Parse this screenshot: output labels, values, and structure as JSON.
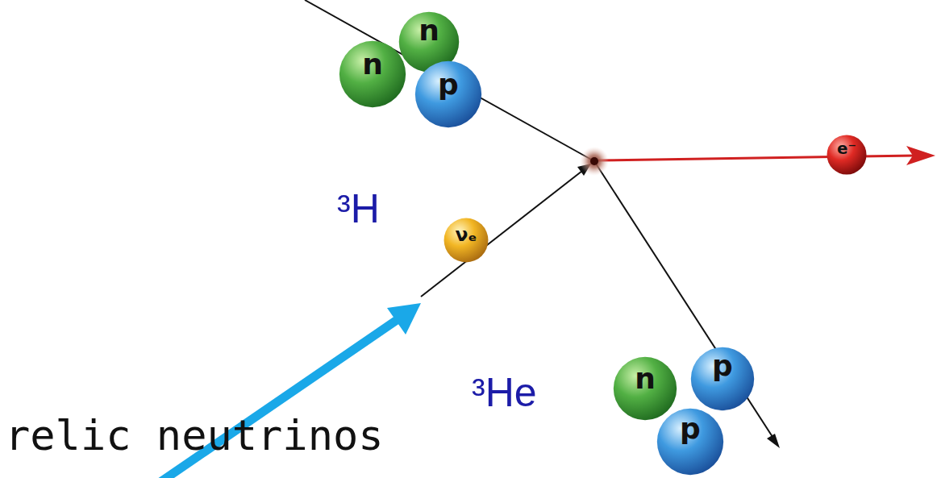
{
  "diagram": {
    "nodes": [
      {
        "text": [
          "n"
        ]
      },
      {
        "text": [
          "n"
        ]
      },
      {
        "text": [
          "p"
        ]
      },
      {
        "text": [
          "νₑ"
        ]
      },
      {
        "text": [
          "e⁻"
        ]
      },
      {
        "text": [
          "n"
        ]
      },
      {
        "text": [
          "p"
        ]
      },
      {
        "text": [
          "p"
        ]
      }
    ],
    "labels": [
      "³H",
      "³He",
      "relic neutrinos"
    ]
  }
}
